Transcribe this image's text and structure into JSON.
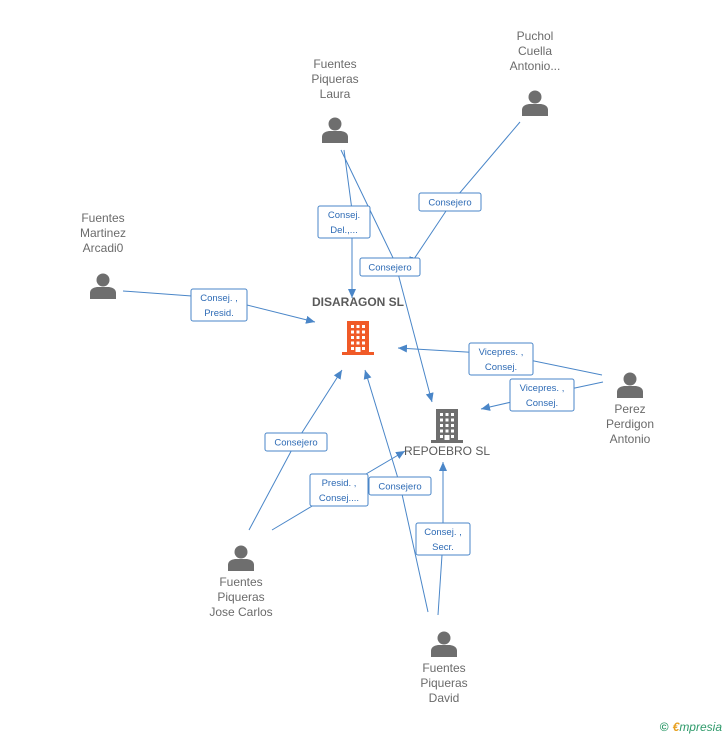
{
  "colors": {
    "edge": "#4a86c8",
    "main_company": "#f05a28",
    "company": "#6e6e6e",
    "person": "#6e6e6e"
  },
  "companies": [
    {
      "id": "disaragon",
      "label": "DISARAGON SL",
      "main": true,
      "icon": "building-icon"
    },
    {
      "id": "repoebro",
      "label": "REPOEBRO SL",
      "main": false,
      "icon": "building-icon"
    }
  ],
  "people": [
    {
      "id": "puchol",
      "lines": [
        "Puchol",
        "Cuella",
        "Antonio..."
      ]
    },
    {
      "id": "laura",
      "lines": [
        "Fuentes",
        "Piqueras",
        "Laura"
      ]
    },
    {
      "id": "arcadio",
      "lines": [
        "Fuentes",
        "Martinez",
        "Arcadi0"
      ]
    },
    {
      "id": "perez",
      "lines": [
        "Perez",
        "Perdigon",
        "Antonio"
      ]
    },
    {
      "id": "josecarlos",
      "lines": [
        "Fuentes",
        "Piqueras",
        "Jose Carlos"
      ]
    },
    {
      "id": "david",
      "lines": [
        "Fuentes",
        "Piqueras",
        "David"
      ]
    }
  ],
  "relations": [
    {
      "from": "laura",
      "to": "disaragon",
      "lines": [
        "Consej.",
        "Del.,..."
      ]
    },
    {
      "from": "laura",
      "to": "repoebro",
      "lines": [
        "Consejero"
      ]
    },
    {
      "from": "puchol",
      "to": "repoebro",
      "lines": [
        "Consejero"
      ]
    },
    {
      "from": "arcadio",
      "to": "disaragon",
      "lines": [
        "Consej. ,",
        "Presid."
      ]
    },
    {
      "from": "perez",
      "to": "disaragon",
      "lines": [
        "Vicepres. ,",
        "Consej."
      ]
    },
    {
      "from": "perez",
      "to": "repoebro",
      "lines": [
        "Vicepres. ,",
        "Consej."
      ]
    },
    {
      "from": "josecarlos",
      "to": "disaragon",
      "lines": [
        "Consejero"
      ]
    },
    {
      "from": "josecarlos",
      "to": "repoebro",
      "lines": [
        "Presid. ,",
        "Consej...."
      ]
    },
    {
      "from": "david",
      "to": "disaragon",
      "lines": [
        "Consejero"
      ]
    },
    {
      "from": "david",
      "to": "repoebro",
      "lines": [
        "Consej. ,",
        "Secr."
      ]
    }
  ],
  "footer": {
    "copyright": "©",
    "brand_initial": "€",
    "brand_rest": "mpresia"
  }
}
